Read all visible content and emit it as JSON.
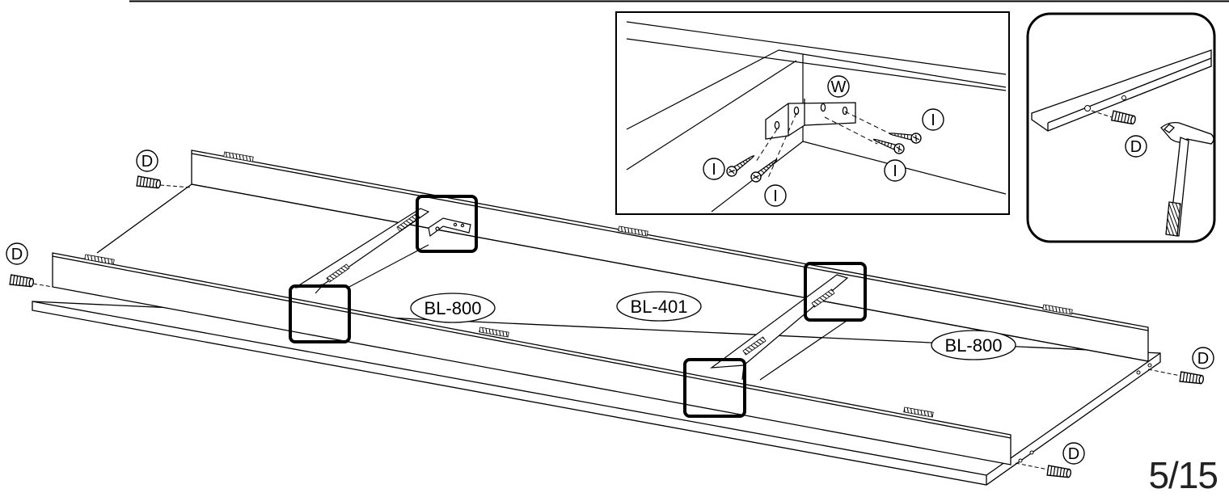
{
  "diagram": {
    "page_number": "5/15",
    "panel_labels": [
      "BL-800",
      "BL-401",
      "BL-800"
    ],
    "dowel_label": "D",
    "screw_label": "I",
    "bracket_label": "W"
  }
}
